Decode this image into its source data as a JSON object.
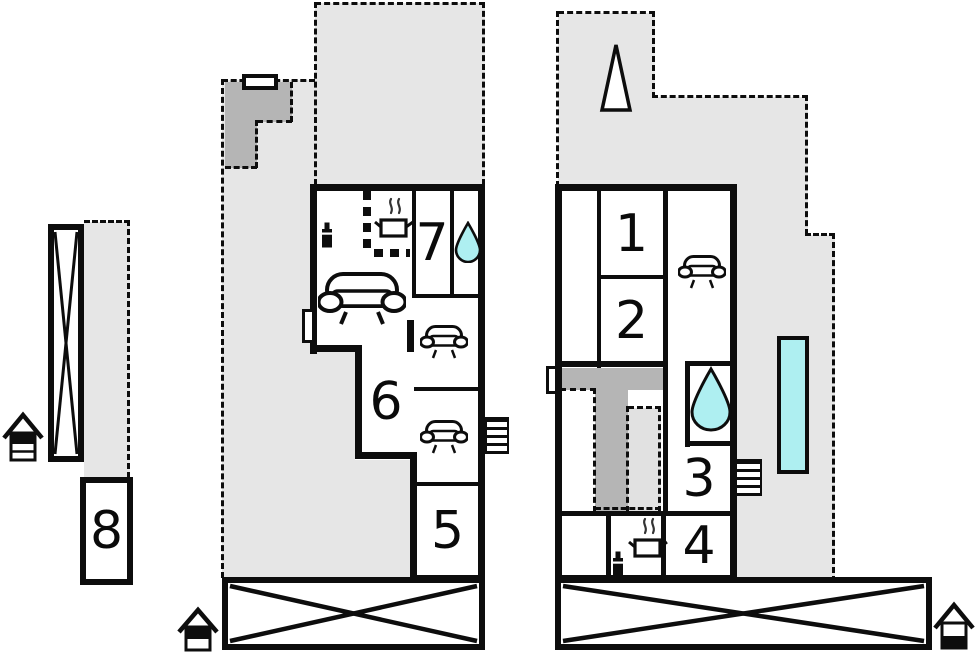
{
  "plan": {
    "rooms": {
      "r1": "1",
      "r2": "2",
      "r3": "3",
      "r4": "4",
      "r5": "5",
      "r6": "6",
      "r7": "7",
      "r8": "8"
    }
  },
  "colors": {
    "area-gray": "#e6e6e6",
    "dark-gray": "#b5b5b5",
    "light-stair-gray": "#e1e1e1",
    "water-cyan": "#aeeff1",
    "line": "#0d0d0d"
  },
  "icons": {
    "sofa-icon": "sofa",
    "water-drop-icon": "water drop",
    "stove-icon": "pot with steam",
    "bottle-icon": "bottle",
    "stairs-icon": "staircase",
    "tree-icon": "tree",
    "outbuilding-icon": "small house",
    "crossed-deck-icon": "crossed terrace",
    "window-icon": "window",
    "door-icon": "door"
  }
}
